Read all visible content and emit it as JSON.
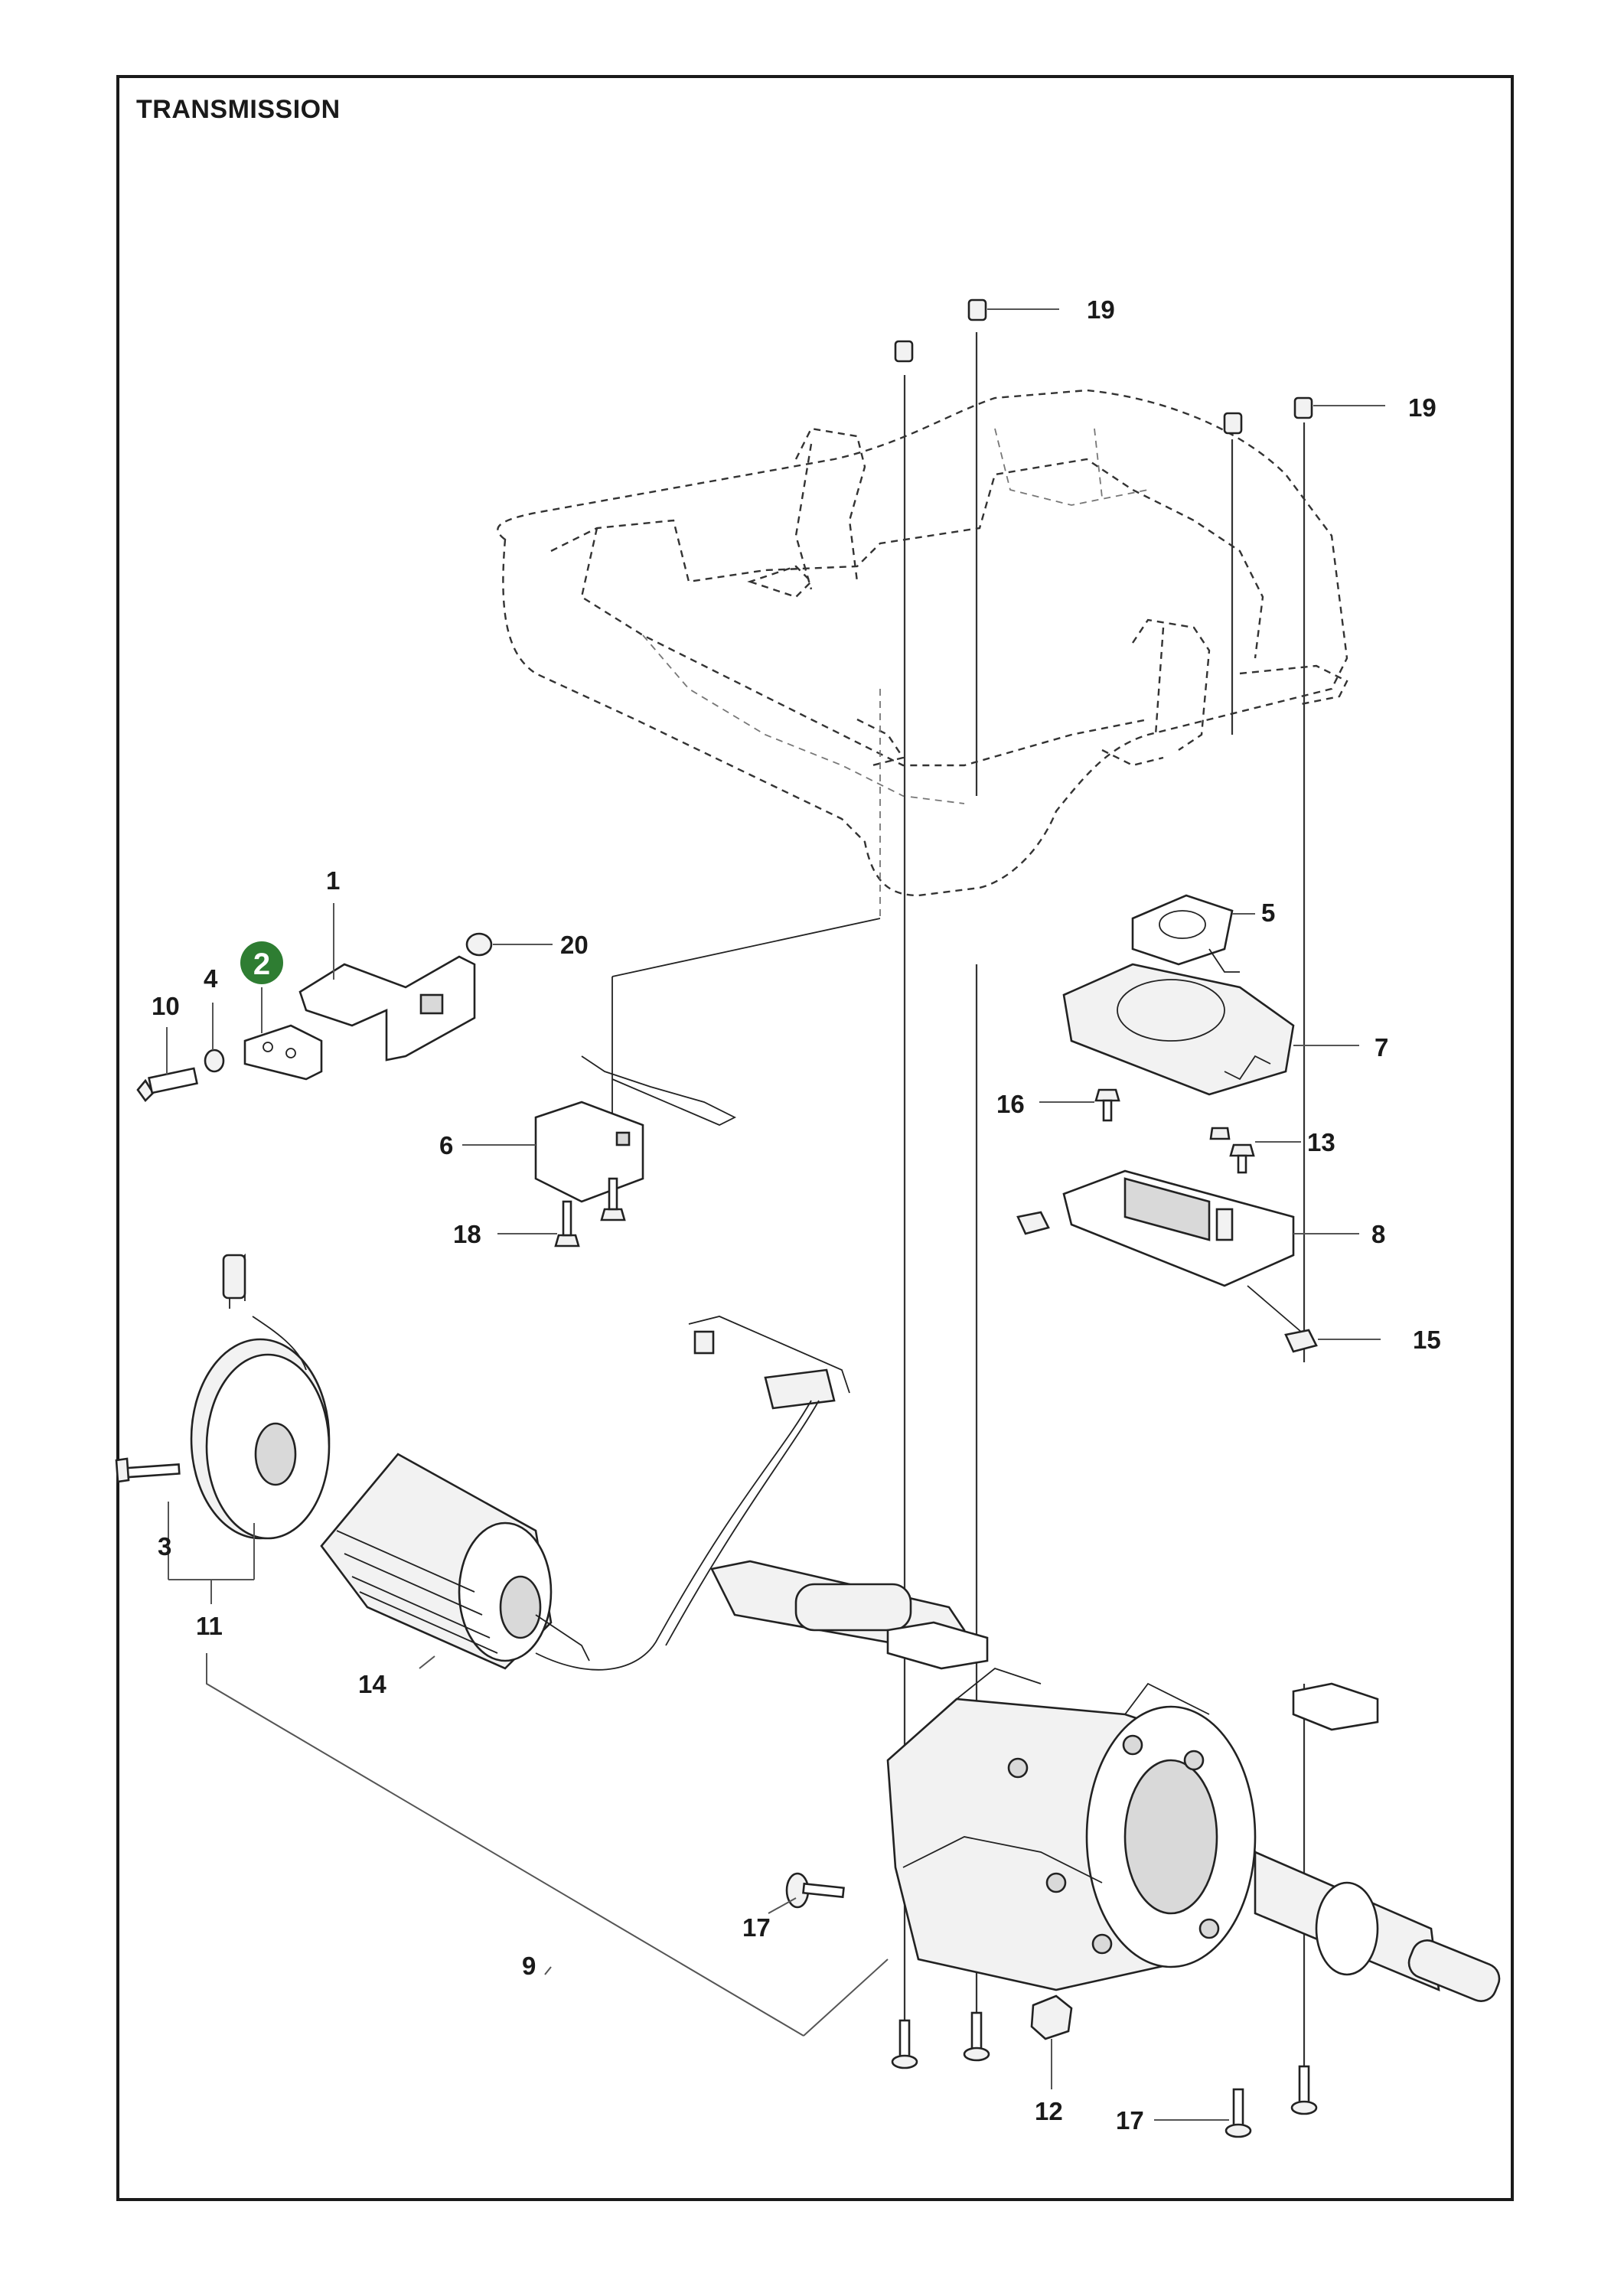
{
  "title": "TRANSMISSION",
  "highlight": {
    "number": "2",
    "color": "#2e7d32"
  },
  "labels": {
    "p1": "1",
    "p3": "3",
    "p4": "4",
    "p5": "5",
    "p6": "6",
    "p7": "7",
    "p8": "8",
    "p9": "9",
    "p10": "10",
    "p11": "11",
    "p12": "12",
    "p13": "13",
    "p14": "14",
    "p15": "15",
    "p16": "16",
    "p17a": "17",
    "p17b": "17",
    "p18": "18",
    "p19a": "19",
    "p19b": "19",
    "p20": "20"
  }
}
